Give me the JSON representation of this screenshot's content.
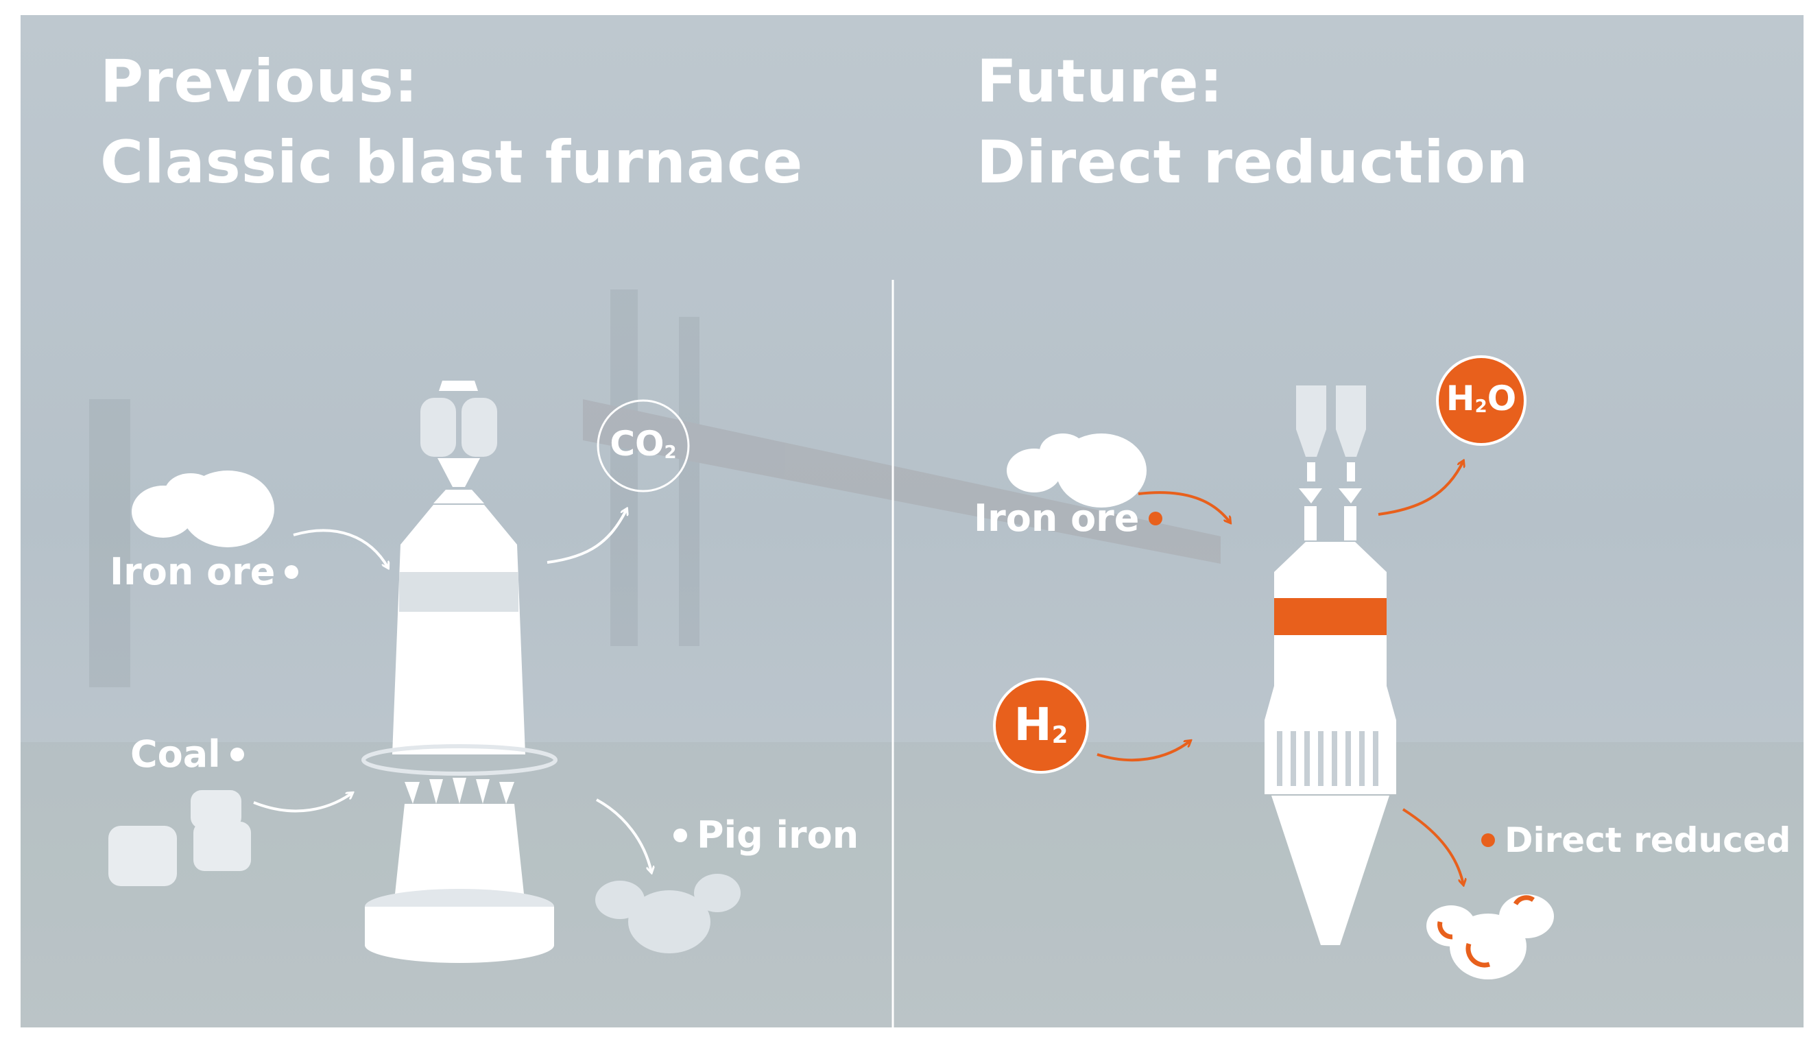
{
  "colors": {
    "panel_bg": "#b8c2ca",
    "foreground": "#ffffff",
    "accent_orange": "#e8601c"
  },
  "previous": {
    "heading_line1": "Previous:",
    "heading_line2": "Classic blast furnace",
    "inputs": [
      "Iron ore",
      "Coal"
    ],
    "outputs": [
      "Pig iron"
    ],
    "emission": {
      "formula": "CO",
      "subscript": "2"
    }
  },
  "future": {
    "heading_line1": "Future:",
    "heading_line2": "Direct reduction",
    "inputs": [
      "Iron ore"
    ],
    "outputs": [
      "Direct reduced iron"
    ],
    "hydrogen": {
      "formula": "H",
      "subscript": "2"
    },
    "emission": {
      "formula_start": "H",
      "subscript": "2",
      "formula_end": "O"
    }
  }
}
